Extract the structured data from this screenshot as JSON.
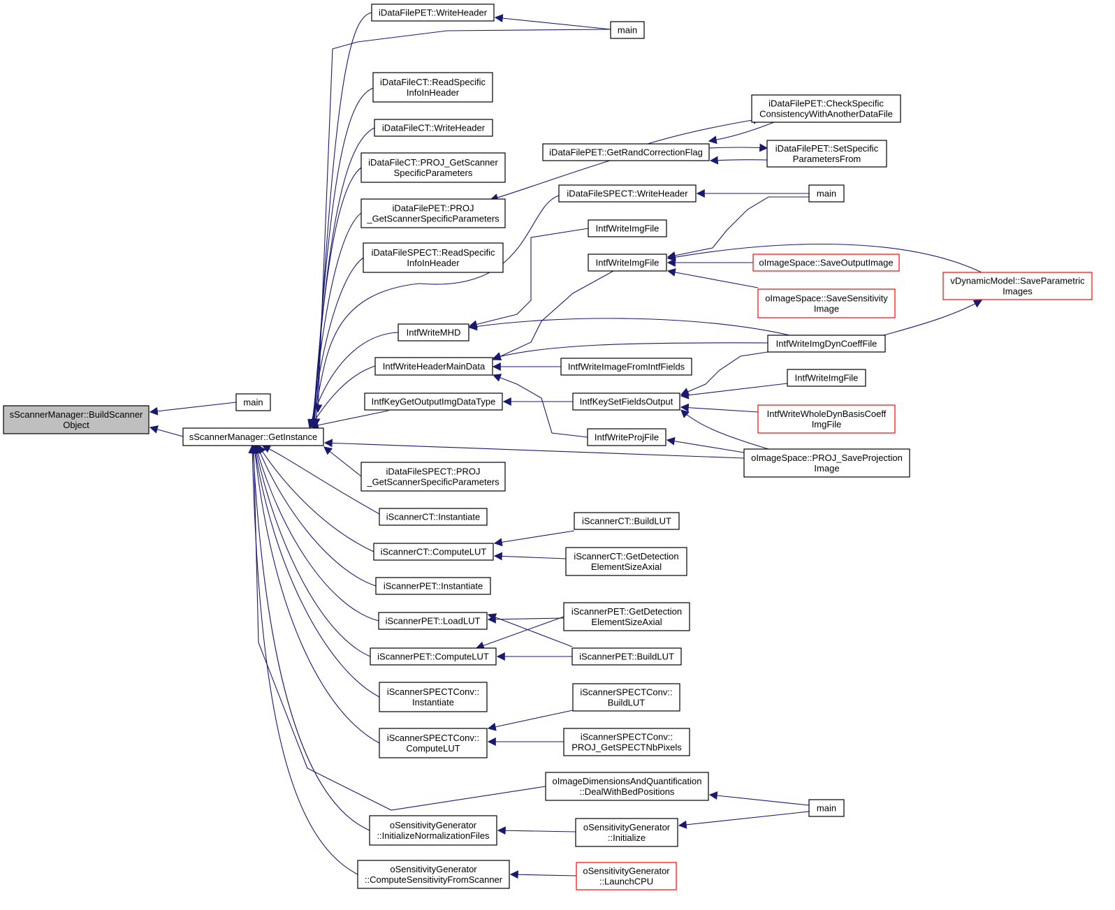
{
  "graph": {
    "colors": {
      "edge": "#191970",
      "node_border": "#000000",
      "truncated_border": "#ff0000",
      "focus_fill": "#bfbfbf",
      "background": "#ffffff"
    },
    "nodes": [
      {
        "id": "build",
        "lines": [
          "sScannerManager::BuildScanner",
          "Object"
        ],
        "focus": true
      },
      {
        "id": "main_l",
        "lines": [
          "main"
        ]
      },
      {
        "id": "getinst",
        "lines": [
          "sScannerManager::GetInstance"
        ]
      },
      {
        "id": "pet_wh",
        "lines": [
          "iDataFilePET::WriteHeader"
        ]
      },
      {
        "id": "main_t",
        "lines": [
          "main"
        ]
      },
      {
        "id": "ct_read",
        "lines": [
          "iDataFileCT::ReadSpecific",
          "InfoInHeader"
        ]
      },
      {
        "id": "ct_wh",
        "lines": [
          "iDataFileCT::WriteHeader"
        ]
      },
      {
        "id": "ct_proj",
        "lines": [
          "iDataFileCT::PROJ_GetScanner",
          "SpecificParameters"
        ]
      },
      {
        "id": "pet_proj",
        "lines": [
          "iDataFilePET::PROJ",
          "_GetScannerSpecificParameters"
        ]
      },
      {
        "id": "spect_read",
        "lines": [
          "iDataFileSPECT::ReadSpecific",
          "InfoInHeader"
        ]
      },
      {
        "id": "mhd",
        "lines": [
          "IntfWriteMHD"
        ]
      },
      {
        "id": "hmd",
        "lines": [
          "IntfWriteHeaderMainData"
        ]
      },
      {
        "id": "kgo",
        "lines": [
          "IntfKeyGetOutputImgDataType"
        ]
      },
      {
        "id": "spect_proj",
        "lines": [
          "iDataFileSPECT::PROJ",
          "_GetScannerSpecificParameters"
        ]
      },
      {
        "id": "ct_inst",
        "lines": [
          "iScannerCT::Instantiate"
        ]
      },
      {
        "id": "ct_clut",
        "lines": [
          "iScannerCT::ComputeLUT"
        ]
      },
      {
        "id": "pet_inst",
        "lines": [
          "iScannerPET::Instantiate"
        ]
      },
      {
        "id": "pet_llut",
        "lines": [
          "iScannerPET::LoadLUT"
        ]
      },
      {
        "id": "pet_clut",
        "lines": [
          "iScannerPET::ComputeLUT"
        ]
      },
      {
        "id": "sc_inst",
        "lines": [
          "iScannerSPECTConv::",
          "Instantiate"
        ]
      },
      {
        "id": "sc_clut",
        "lines": [
          "iScannerSPECTConv::",
          "ComputeLUT"
        ]
      },
      {
        "id": "dwbp",
        "lines": [
          "oImageDimensionsAndQuantification",
          "::DealWithBedPositions"
        ]
      },
      {
        "id": "sg_inf",
        "lines": [
          "oSensitivityGenerator",
          "::InitializeNormalizationFiles"
        ]
      },
      {
        "id": "sg_csfs",
        "lines": [
          "oSensitivityGenerator",
          "::ComputeSensitivityFromScanner"
        ]
      },
      {
        "id": "pet_grcf",
        "lines": [
          "iDataFilePET::GetRandCorrectionFlag"
        ]
      },
      {
        "id": "pet_cscw",
        "lines": [
          "iDataFilePET::CheckSpecific",
          "ConsistencyWithAnotherDataFile"
        ]
      },
      {
        "id": "pet_spf",
        "lines": [
          "iDataFilePET::SetSpecific",
          "ParametersFrom"
        ]
      },
      {
        "id": "spect_wh",
        "lines": [
          "iDataFileSPECT::WriteHeader"
        ]
      },
      {
        "id": "main_s",
        "lines": [
          "main"
        ]
      },
      {
        "id": "wif1",
        "lines": [
          "IntfWriteImgFile"
        ]
      },
      {
        "id": "wif2",
        "lines": [
          "IntfWriteImgFile"
        ]
      },
      {
        "id": "sav_out",
        "lines": [
          "oImageSpace::SaveOutputImage"
        ],
        "truncated": true
      },
      {
        "id": "sav_sens",
        "lines": [
          "oImageSpace::SaveSensitivity",
          "Image"
        ],
        "truncated": true
      },
      {
        "id": "vdm",
        "lines": [
          "vDynamicModel::SaveParametric",
          "Images"
        ],
        "truncated": true
      },
      {
        "id": "wdcf",
        "lines": [
          "IntfWriteImgDynCoeffFile"
        ]
      },
      {
        "id": "wifif",
        "lines": [
          "IntfWriteImageFromIntfFields"
        ]
      },
      {
        "id": "ksfo",
        "lines": [
          "IntfKeySetFieldsOutput"
        ]
      },
      {
        "id": "wif3",
        "lines": [
          "IntfWriteImgFile"
        ]
      },
      {
        "id": "wwdb",
        "lines": [
          "IntfWriteWholeDynBasisCoeff",
          "ImgFile"
        ],
        "truncated": true
      },
      {
        "id": "wpf",
        "lines": [
          "IntfWriteProjFile"
        ]
      },
      {
        "id": "proj_spi",
        "lines": [
          "oImageSpace::PROJ_SaveProjection",
          "Image"
        ]
      },
      {
        "id": "ct_blut",
        "lines": [
          "iScannerCT::BuildLUT"
        ]
      },
      {
        "id": "ct_gdes",
        "lines": [
          "iScannerCT::GetDetection",
          "ElementSizeAxial"
        ]
      },
      {
        "id": "pet_gdes",
        "lines": [
          "iScannerPET::GetDetection",
          "ElementSizeAxial"
        ]
      },
      {
        "id": "pet_blut",
        "lines": [
          "iScannerPET::BuildLUT"
        ]
      },
      {
        "id": "sc_blut",
        "lines": [
          "iScannerSPECTConv::",
          "BuildLUT"
        ]
      },
      {
        "id": "sc_nbpix",
        "lines": [
          "iScannerSPECTConv::",
          "PROJ_GetSPECTNbPixels"
        ]
      },
      {
        "id": "main_b",
        "lines": [
          "main"
        ]
      },
      {
        "id": "sg_init",
        "lines": [
          "oSensitivityGenerator",
          "::Initialize"
        ]
      },
      {
        "id": "sg_lcpu",
        "lines": [
          "oSensitivityGenerator",
          "::LaunchCPU"
        ],
        "truncated": true
      }
    ]
  }
}
